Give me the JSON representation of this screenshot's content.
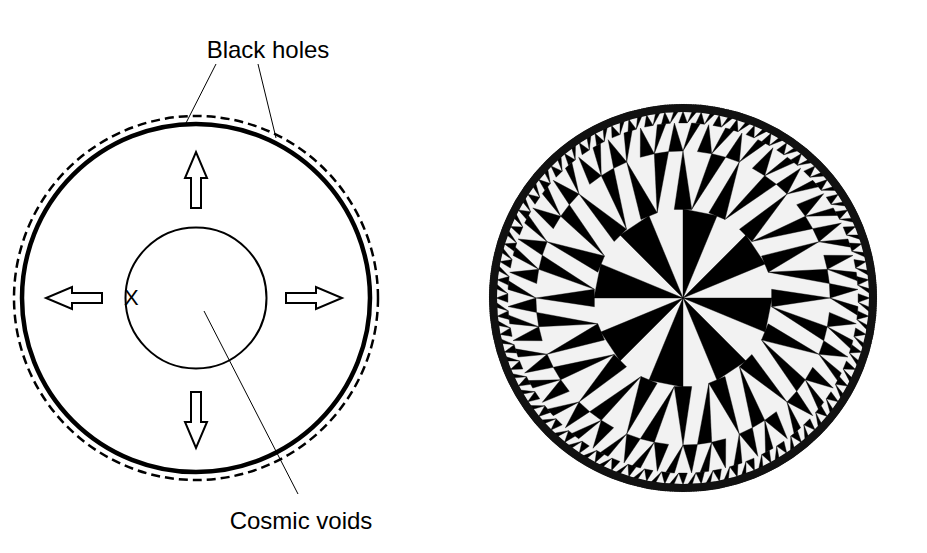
{
  "diagram": {
    "nodes": [
      {
        "text": [
          "X"
        ]
      }
    ],
    "labels": [
      "Black holes",
      "Cosmic voids"
    ]
  }
}
